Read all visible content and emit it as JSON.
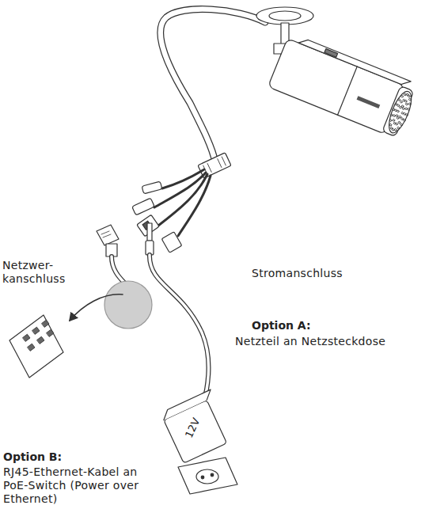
{
  "diagram": {
    "labels": [
      "Netzwer- kanschluss",
      "Stromanschluss",
      "Option A:",
      "Netzteil an Netzsteckdose",
      "Option B:",
      "RJ45-Ethernet-Kabel an PoE-Switch (Power over Ethernet)",
      "12V"
    ]
  }
}
